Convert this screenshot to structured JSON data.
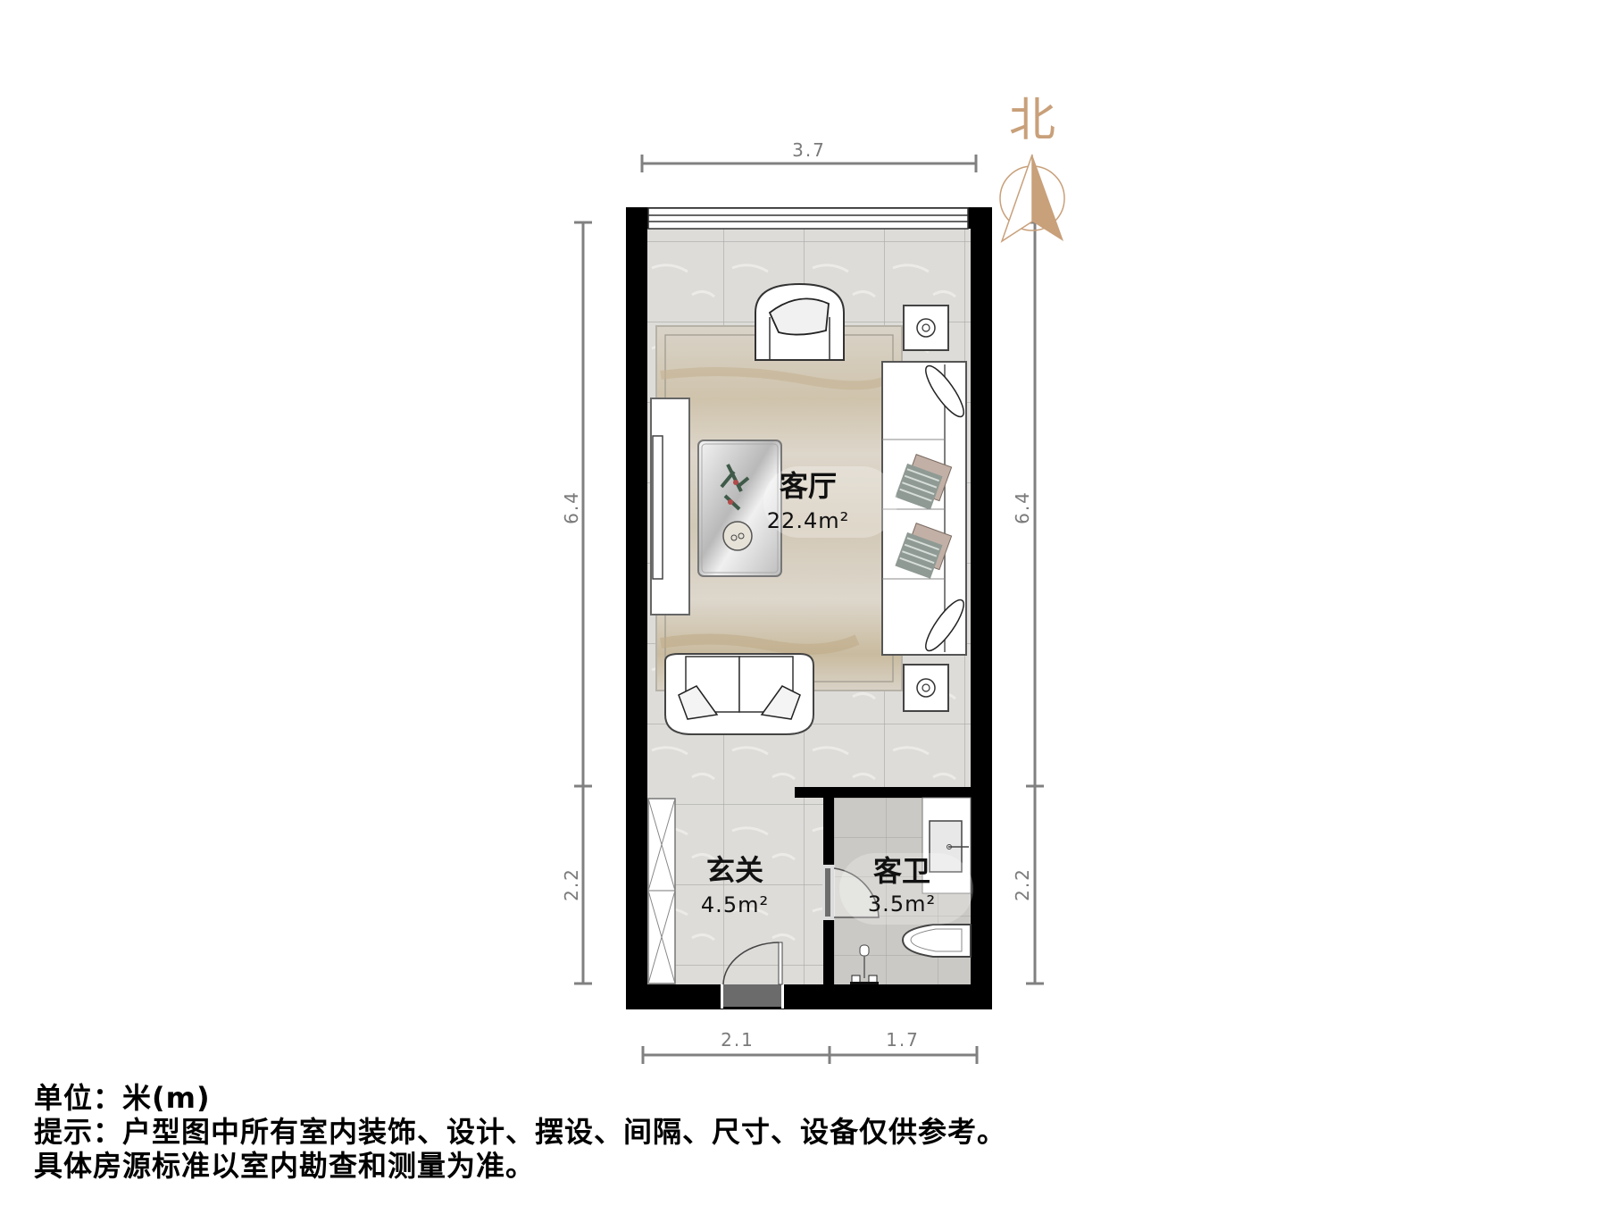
{
  "compass": {
    "label": "北",
    "color": "#c8a07a"
  },
  "dimensions": {
    "top_width": "3.7",
    "left_upper": "6.4",
    "left_lower": "2.2",
    "right_upper": "6.4",
    "right_lower": "2.2",
    "bottom_left": "2.1",
    "bottom_right": "1.7"
  },
  "rooms": [
    {
      "id": "living-room",
      "name": "客厅",
      "area": "22.4m²"
    },
    {
      "id": "entrance",
      "name": "玄关",
      "area": "4.5m²"
    },
    {
      "id": "guest-bathroom",
      "name": "客卫",
      "area": "3.5m²"
    }
  ],
  "notes": {
    "unit": "单位：米(m)",
    "disclaimer_line1": "提示：户型图中所有室内装饰、设计、摆设、间隔、尺寸、设备仅供参考。",
    "disclaimer_line2": "具体房源标准以室内勘查和测量为准。"
  },
  "colors": {
    "wall": "#000000",
    "dimension_line": "#808080",
    "floor_tile": "#dcdbd8",
    "bath_tile": "#c9c7c3",
    "rug": "#d8d1c4",
    "accent": "#c8a07a"
  }
}
